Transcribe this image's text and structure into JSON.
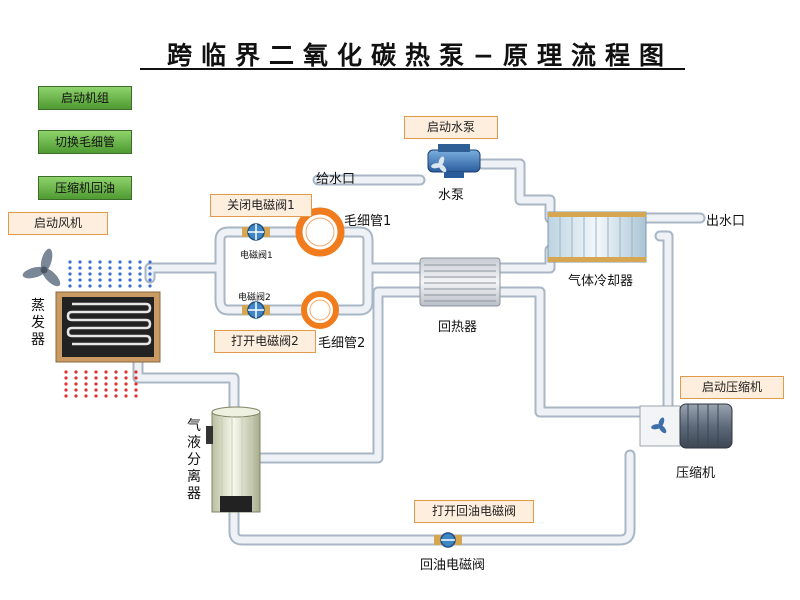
{
  "title": "跨临界二氧化碳热泵−原理流程图",
  "controls": {
    "start_unit": "启动机组",
    "switch_capillary": "切换毛细管",
    "oil_return": "压缩机回油",
    "start_fan": "启动风机",
    "close_valve1": "关闭电磁阀1",
    "open_valve2": "打开电磁阀2",
    "start_pump": "启动水泵",
    "start_compressor": "启动压缩机",
    "open_oil_valve": "打开回油电磁阀"
  },
  "labels": {
    "water_inlet": "给水口",
    "water_outlet": "出水口",
    "pump": "水泵",
    "capillary1": "毛细管1",
    "capillary2": "毛细管2",
    "valve1": "电磁阀1",
    "valve2": "电磁阀2",
    "gas_cooler": "气体冷却器",
    "regenerator": "回热器",
    "evaporator": "蒸发器",
    "separator": "气液分离器",
    "compressor": "压缩机",
    "oil_valve": "回油电磁阀"
  },
  "colors": {
    "pipe": "#e8edf3",
    "pipe_edge": "#a9b6c4",
    "orange": "#f07c1e",
    "blue_dot": "#3a6fd8",
    "red_dot": "#e03030",
    "green_button": "#5fae3e",
    "valve_blue": "#3f86c6"
  },
  "icons": [
    "fan-icon",
    "pump-icon",
    "compressor-icon",
    "valve-icon",
    "capillary-coil-icon"
  ]
}
